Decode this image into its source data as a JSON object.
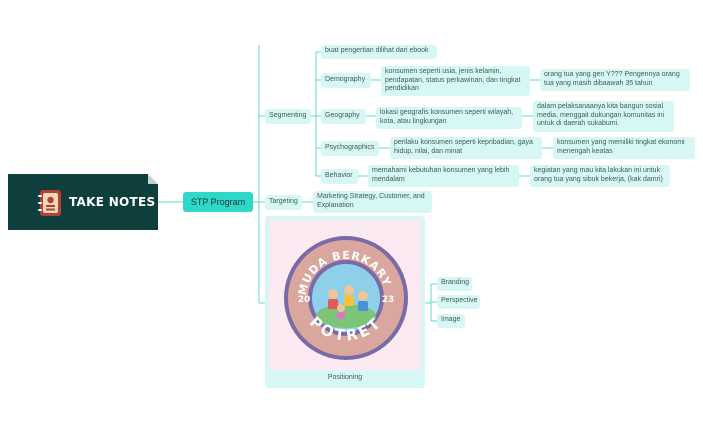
{
  "root": {
    "title": "TAKE NOTES",
    "icon": "notebook-icon"
  },
  "center": {
    "label": "STP Program"
  },
  "segmenting": {
    "label": "Segmenting",
    "note": "buat pengertian dilihat dari ebook",
    "demography": {
      "label": "Demography",
      "detail": "konsumen seperti usia, jenis kelamin, pendapatan, status perkawinan, dan tingkat pendidikan",
      "sub": "orang tua yang gen Y??? Pengennya orang tua yang masih dibaawah 35 tahun"
    },
    "geography": {
      "label": "Geography",
      "detail": "lokasi geografis konsumen seperti wilayah, kota, atau lingkungan",
      "sub": "dalam pelaksanaanya kita bangun sosial media, menggait dukungan komunitas ini untuk di daerah sukabumi."
    },
    "psychographics": {
      "label": "Psychographics",
      "detail": "perilaku konsumen seperti kepribadian, gaya hidup, nilai, dan minat",
      "sub": "konsumen yang memiliki tingkat ekonomi menengah keatas"
    },
    "behavior": {
      "label": "Behavior",
      "detail": "memahami kebutuhan konsumen yang lebih mendalam",
      "sub": "kegiatan yang mau kita lakukan ini untuk orang tua yang sibuk bekerja, (kak damri)"
    }
  },
  "targeting": {
    "label": "Targeting",
    "detail": "Marketing Strategy, Customer, and Explanation"
  },
  "positioning": {
    "label": "Positioning",
    "items": [
      "Branding",
      "Perspective",
      "Image"
    ],
    "logo": {
      "top_text": "MUDA BERKARYA",
      "bottom_text": "POTRET",
      "year_left": "20",
      "year_right": "23"
    }
  },
  "colors": {
    "root_bg": "#0f3f3d",
    "center_bg": "#2fd7c8",
    "node_bg": "#d6f7f3",
    "line": "#5fd9cd",
    "poster_bg": "#fbeaf1"
  }
}
